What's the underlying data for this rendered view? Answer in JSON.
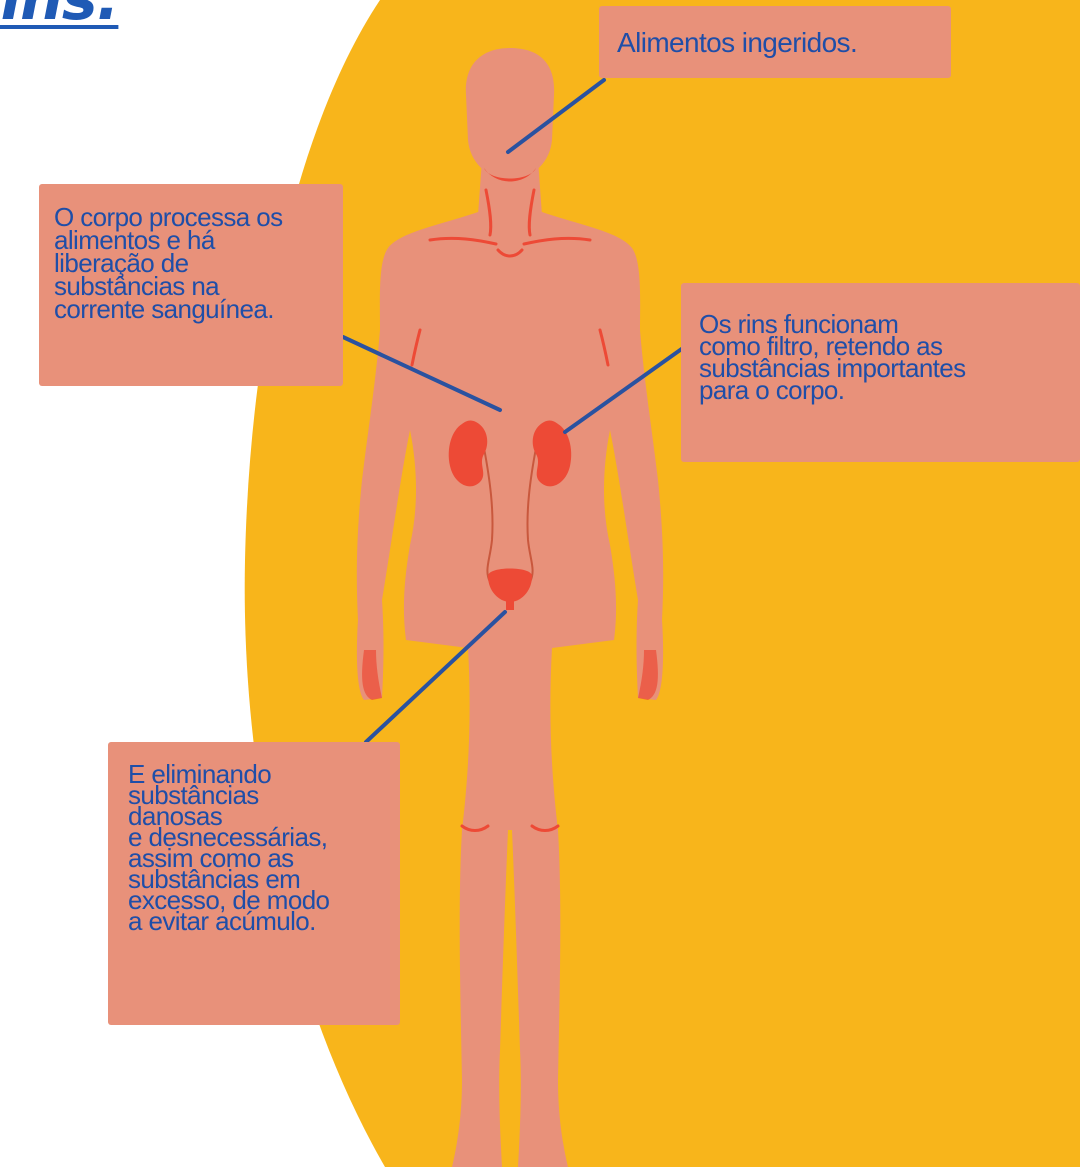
{
  "title": "rins.",
  "colors": {
    "background": "#ffffff",
    "yellow_blob": "#f8b51b",
    "body": "#e8917a",
    "body_detail": "#ed4a36",
    "leader_line": "#2a52a0",
    "label_box": "#e8917a",
    "label_text": "#1f4ea8",
    "title": "#1f5ab5"
  },
  "labels": {
    "food": "Alimentos ingeridos.",
    "process": "O corpo processa os\nalimentos e há\nliberação  de\nsubstâncias na\ncorrente sanguínea.",
    "kidneys": "Os rins funcionam\ncomo filtro, retendo as\nsubstâncias importantes\npara o corpo.",
    "eliminate": "E eliminando\nsubstâncias\ndanosas\ne desnecessárias,\nassim como as\nsubstâncias em\nexcesso, de modo\na evitar acúmulo."
  }
}
